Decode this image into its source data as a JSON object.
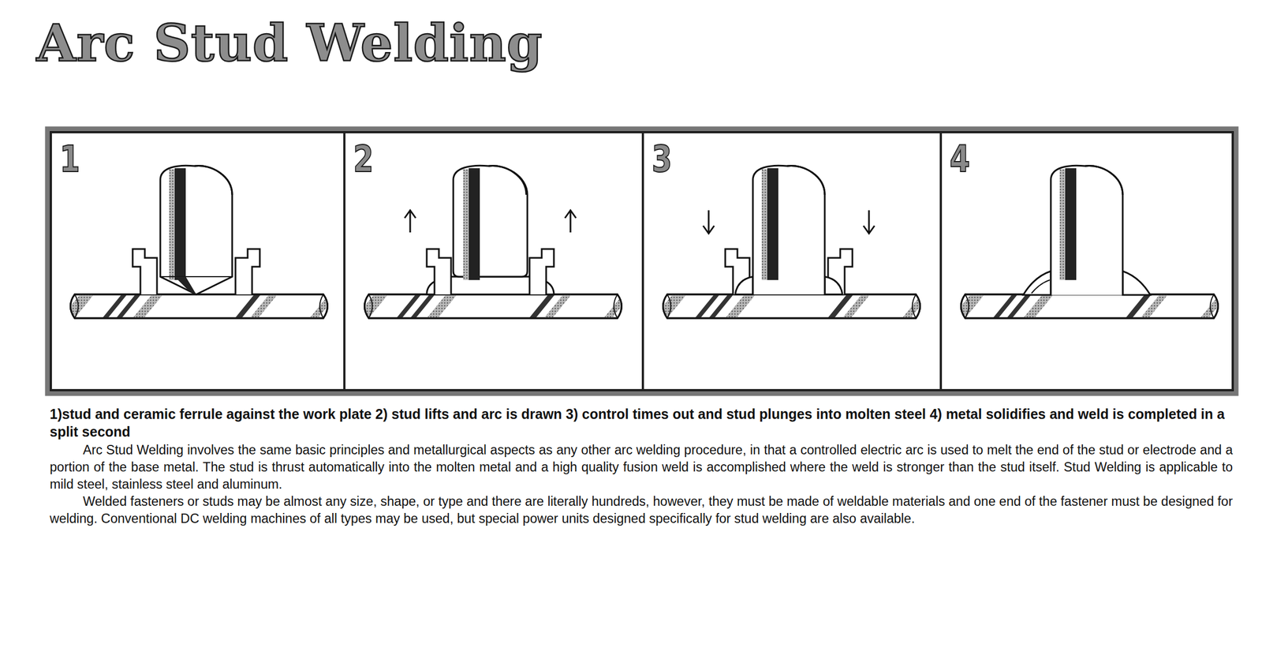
{
  "diagram": {
    "title": "Arc Stud Welding",
    "caption": "1)stud and ceramic ferrule against the work plate 2) stud lifts and arc is drawn 3) control times out and stud plunges into molten steel 4) metal solidifies and weld is completed in a split second",
    "nodes": [
      {
        "text": [
          "1"
        ]
      },
      {
        "text": [
          "2"
        ]
      },
      {
        "text": [
          "3"
        ]
      },
      {
        "text": [
          "4"
        ]
      }
    ],
    "labels": [
      "Arc Stud Welding involves the same basic principles and metallurgical aspects as any other arc welding procedure, in that a controlled electric arc is used to melt the end of the stud or electrode and a portion of the base metal. The stud is thrust automatically into the molten metal and a high quality fusion weld is accomplished where the weld is stronger than the stud itself. Stud Welding is applicable to mild steel, stainless steel and aluminum.",
      "Welded fasteners or studs may be almost any size, shape, or type and there are literally hundreds, however, they must be made of weldable materials and one end of the fastener must be designed for welding. Conventional DC welding machines of all types may be used, but special power units designed specifically for stud welding are also available."
    ]
  }
}
